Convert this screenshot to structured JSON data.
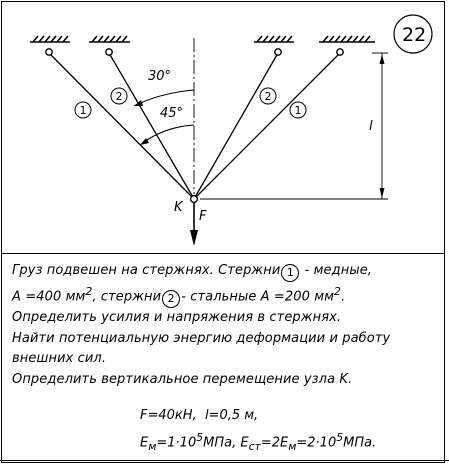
{
  "problem_number": "22",
  "diagram": {
    "angle_outer": "30°",
    "angle_inner": "45°",
    "rod_copper_label": "1",
    "rod_steel_label": "2",
    "node_label": "K",
    "force_label": "F",
    "length_label": "l"
  },
  "task": {
    "l1_a": "Груз подвешен на стержнях. Стержни",
    "l1_circle": "1",
    "l1_b": "- медные,",
    "l2_a": "A =400 мм",
    "l2_sup": "2",
    "l2_b": ", стержни",
    "l2_circle": "2",
    "l2_c": "- стальные A =200 мм",
    "l2_sup2": "2",
    "l2_d": ".",
    "l3": "Определить усилия и напряжения в стержнях.",
    "l4": "Найти потенциальную энергию деформации и работу",
    "l5": "внешних сил.",
    "l6": "Определить вертикальное перемещение узла K."
  },
  "givens": {
    "g1_a": "F=40кН,",
    "g1_b": "l=0,5 м,",
    "g2_a": "E",
    "g2_a_sub": "м",
    "g2_b": "=1·10",
    "g2_b_sup": "5",
    "g2_c": "МПа, E",
    "g2_c_sub": "ст",
    "g2_d": "=2E",
    "g2_d_sub": "м",
    "g2_e": "=2·10",
    "g2_e_sup": "5",
    "g2_f": "МПа."
  }
}
